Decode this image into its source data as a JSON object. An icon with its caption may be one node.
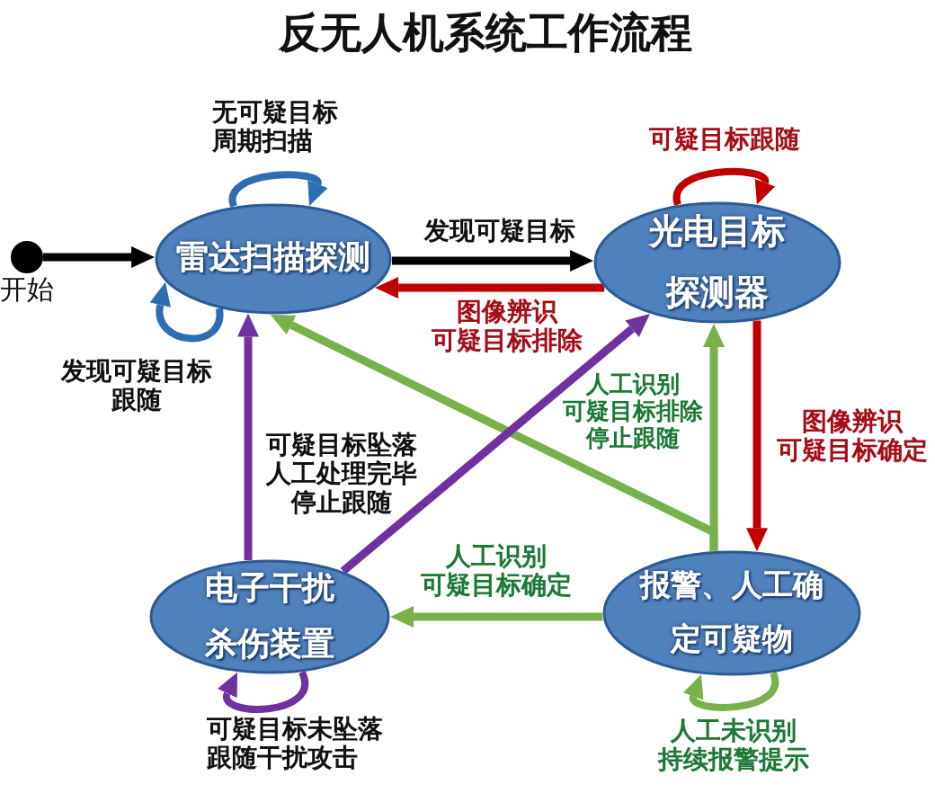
{
  "diagram": {
    "title": "反无人机系统工作流程",
    "nodes": [
      {
        "text": [],
        "shape": "circle",
        "beside": [
          "开始"
        ]
      },
      {
        "text": [
          "雷达扫描探测"
        ]
      },
      {
        "text": [
          "光电目标探测器"
        ]
      },
      {
        "text": [
          "电子干扰杀伤装置"
        ]
      },
      {
        "text": [
          "报警、人工确定可疑物"
        ]
      }
    ],
    "edges": [
      {
        "from": 0,
        "to": 1,
        "arrow": "to",
        "color": "#000000"
      },
      {
        "from": 1,
        "to": 1,
        "arrow": "to",
        "label": "无可疑目标周期扫描",
        "color": "#2e6db4"
      },
      {
        "from": 1,
        "to": 1,
        "arrow": "to",
        "label": "发现可疑目标跟随",
        "color": "#2e6db4"
      },
      {
        "from": 1,
        "to": 2,
        "arrow": "to",
        "label": "发现可疑目标",
        "color": "#000000"
      },
      {
        "from": 2,
        "to": 1,
        "arrow": "to",
        "label": "图像辨识可疑目标排除",
        "color": "#c00000"
      },
      {
        "from": 2,
        "to": 2,
        "arrow": "to",
        "label": "可疑目标跟随",
        "color": "#c00000"
      },
      {
        "from": 2,
        "to": 4,
        "arrow": "to",
        "label": "图像辨识可疑目标确定",
        "color": "#c00000"
      },
      {
        "from": 4,
        "to": 2,
        "arrow": "to",
        "color": "#78b04a"
      },
      {
        "from": 4,
        "to": 1,
        "arrow": "to",
        "label": "人工识别可疑目标排除停止跟随",
        "color": "#78b04a"
      },
      {
        "from": 4,
        "to": 3,
        "arrow": "to",
        "label": "人工识别可疑目标确定",
        "color": "#78b04a"
      },
      {
        "from": 4,
        "to": 4,
        "arrow": "to",
        "label": "人工未识别持续报警提示",
        "color": "#78b04a"
      },
      {
        "from": 3,
        "to": 1,
        "arrow": "to",
        "label": "可疑目标坠落人工处理完毕停止跟随",
        "color": "#7030a0"
      },
      {
        "from": 3,
        "to": 2,
        "arrow": "to",
        "color": "#7030a0"
      },
      {
        "from": 3,
        "to": 3,
        "arrow": "to",
        "label": "可疑目标未坠落跟随干扰攻击",
        "color": "#7030a0"
      }
    ]
  }
}
